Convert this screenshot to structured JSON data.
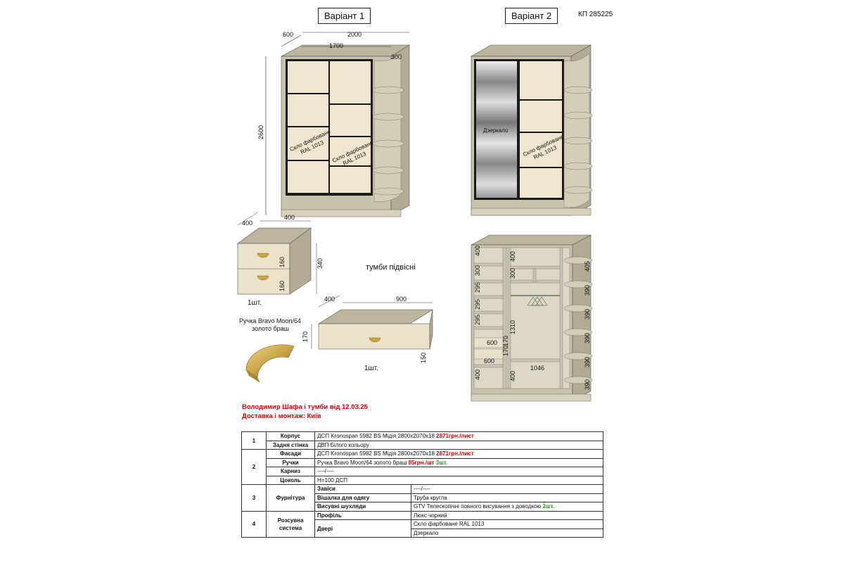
{
  "header": {
    "variant1": "Варіант 1",
    "variant2": "Варіант 2",
    "doc_code": "КП 285225"
  },
  "wardrobe1": {
    "dim_depth": "600",
    "dim_width": "2000",
    "dim_inner": "1700",
    "dim_side": "300",
    "dim_height": "2600",
    "glass_label_line1": "Скло фарбоване",
    "glass_label_line2": "RAL 1013"
  },
  "wardrobe2": {
    "mirror_label": "Дзеркало",
    "glass_label_line1": "Скло фарбоване",
    "glass_label_line2": "RAL 1013"
  },
  "interior": {
    "left_dims": [
      "400",
      "300",
      "295",
      "295",
      "295",
      "400"
    ],
    "center_dims": [
      "400",
      "300",
      "1310",
      "400"
    ],
    "right_dims": [
      "405",
      "390",
      "390",
      "390",
      "390",
      "390"
    ],
    "drawer_dims": [
      "600",
      "600"
    ],
    "drawer_heights": [
      "170",
      "170"
    ],
    "bottom_width": "1046"
  },
  "nightstand": {
    "dim_depth": "400",
    "dim_width": "400",
    "dim_total": "340",
    "drawer1": "160",
    "drawer2": "160",
    "qty": "1шт."
  },
  "hanging_note": "тумби підвісні",
  "long_unit": {
    "dim_depth": "400",
    "dim_width": "900",
    "dim_h": "170",
    "dim_front": "150",
    "qty": "1шт."
  },
  "handle": {
    "caption_line1": "Ручка Bravo Moon/64",
    "caption_line2": "золото браш"
  },
  "customer": {
    "line1": "Володимир Шафа і тумби від 12.03.25",
    "line2": "Доставка і монтаж: Київ"
  },
  "spec": {
    "rows": {
      "r1": {
        "num": "1",
        "sub1": "Корпус",
        "val1": "ДСП Kronospan 5982 BS Мідія 2800х2070х18 ",
        "price1": "2871грн./лист",
        "sub2": "Задня стінка",
        "val2": "ДВП Білого кольору"
      },
      "r2": {
        "num": "2",
        "sub1": "Фасади",
        "val1": "ДСП Kronospan 5982 BS Мідія 2800х2070х18 ",
        "price1": "2871грн./лист",
        "sub2": "Ручки",
        "val2": "Ручка Bravo Moon/64 золото браш ",
        "price2": "85грн./шт",
        "qty2": "3шт.",
        "sub3": "Карниз",
        "val3": "----/----",
        "sub4": "Цоколь",
        "val4": "H=100 ДСП"
      },
      "r3": {
        "num": "3",
        "cat": "Фурнітура",
        "sub1": "Завіси",
        "val1": "----/----",
        "sub2": "Вішалка для одягу",
        "val2": "Труба кругла",
        "sub3": "Висувні шухляди",
        "val3": "GTV Телескопічні повного висування з доводкою ",
        "qty3": "2шт."
      },
      "r4": {
        "num": "4",
        "cat1": "Розсувна",
        "cat2": "система",
        "sub1": "Профіль",
        "val1": "Люкс чорний",
        "sub2": "Двері",
        "val2a": "Скло фарбоване RAL 1013",
        "val2b": "Дзеркало"
      }
    }
  },
  "colors": {
    "carcass": "#c9c2ad",
    "carcass_top": "#bdb59e",
    "facade": "#f1e6cf",
    "profile": "#1a1a1a",
    "gold": "#c9a446",
    "red": "#dd0000",
    "green": "#1a9a1a"
  }
}
